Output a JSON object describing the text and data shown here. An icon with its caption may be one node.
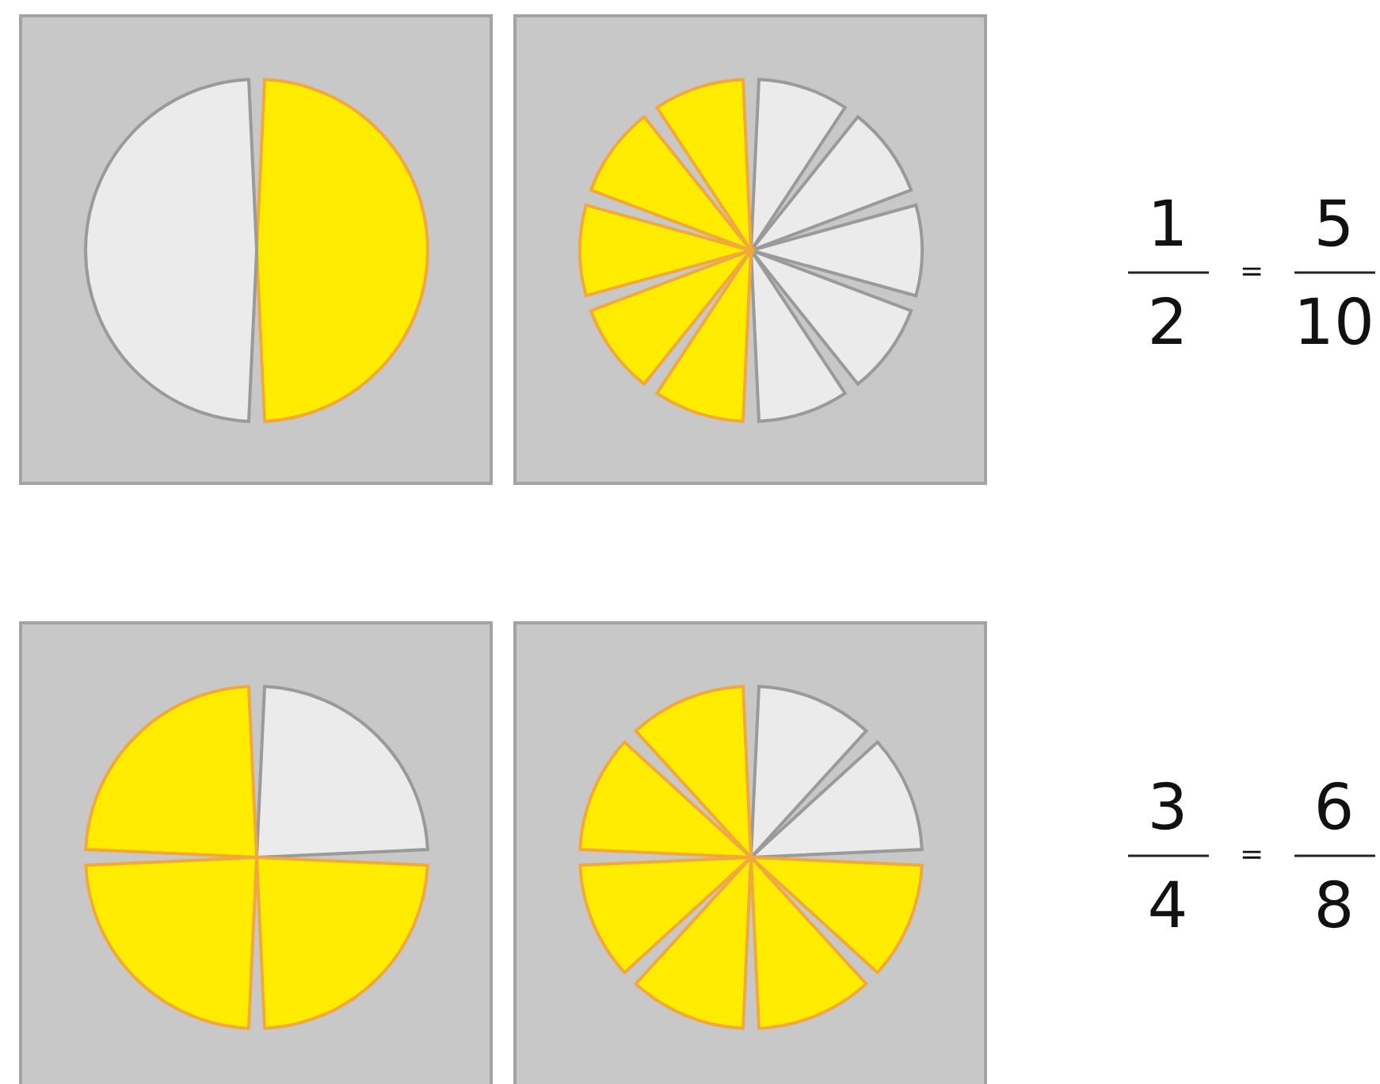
{
  "diagram": {
    "labels": [
      "1",
      "2",
      "=",
      "5",
      "10",
      "3",
      "4",
      "=",
      "6",
      "8"
    ]
  }
}
